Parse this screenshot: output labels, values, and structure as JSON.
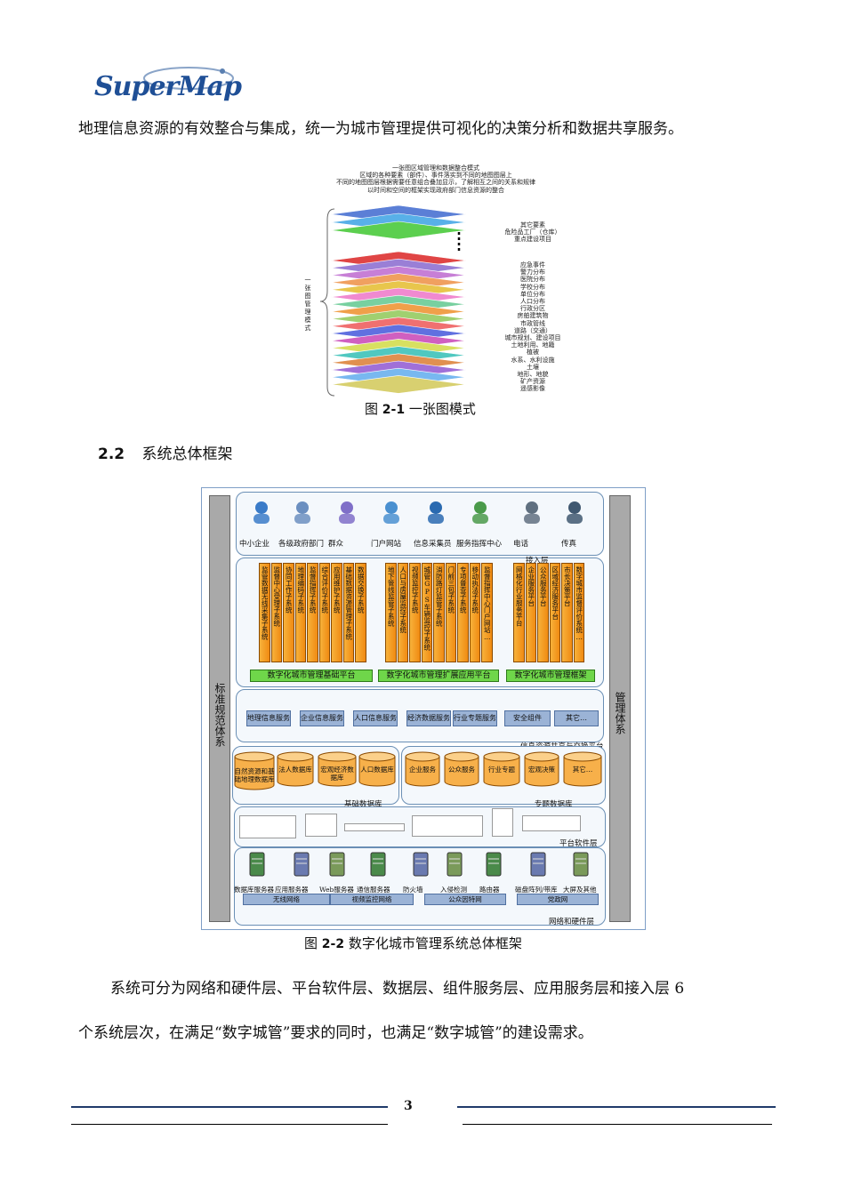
{
  "header": {
    "logo_text": "SuperMap"
  },
  "body": {
    "para1": "地理信息资源的有效整合与集成，统一为城市管理提供可视化的决策分析和数据共享服务。",
    "para2_line1": "系统可分为网络和硬件层、平台软件层、数据层、组件服务层、应用服务层和接入层 6",
    "para2_line2": "个系统层次，在满足“数字城管”要求的同时，也满足“数字城管”的建设需求。"
  },
  "figure1": {
    "caption_prefix": "图 ",
    "caption_num": "2-1",
    "caption_text": "  一张图模式",
    "heading_lines": [
      "一张图区域管理和数据整合模式",
      "区域的各种要素（部件）、事件落实到不同的地图图层上",
      "不同的地图图层根据需要任意组合叠加显示，了解相互之间的关系和规律",
      "以时间和空间的框架实现政府部门信息资源的整合"
    ],
    "left_label": "一张图管理模式",
    "top_labels": [
      "其它要素",
      "危险品工厂（仓库）",
      "重点建设项目"
    ],
    "bottom_labels": [
      "应急事件",
      "警力分布",
      "医院分布",
      "学校分布",
      "单位分布",
      "人口分布",
      "行政分区",
      "房舶建筑物",
      "市政管线",
      "道路（交通）",
      "城市规划、建设项目",
      "土地利用、地籍",
      "植被",
      "水系、水利设施",
      "土壤",
      "地形、地貌",
      "矿产资源",
      "遥感影像"
    ],
    "layer_colors": [
      "#5b7fd6",
      "#58b0e8",
      "#5ccf4f",
      "#e04545",
      "#9a7fd6",
      "#c77fd6",
      "#f0a060",
      "#e8c64c",
      "#f08ad0",
      "#78d0a0",
      "#f0a04a",
      "#a0d070",
      "#f07070",
      "#6070e0",
      "#d060c0",
      "#d8e060",
      "#50c8c0",
      "#e09050",
      "#a070d8",
      "#78b8f0",
      "#d8d070"
    ]
  },
  "section": {
    "number": "2.2",
    "title": "系统总体框架"
  },
  "figure2": {
    "caption_prefix": "图 ",
    "caption_num": "2-2",
    "caption_text": "  数字化城市管理系统总体框架",
    "left_side": "标准规范体系",
    "right_side": "管理体系",
    "access_users": [
      "中小企业",
      "各级政府部门",
      "群众",
      "门户网站",
      "信息采集员",
      "服务指挥中心",
      "电话",
      "传真"
    ],
    "access_layer": "接入层",
    "group1": [
      "监管数据无线采集子系统",
      "监督中心受理子系统",
      "协同工作子系统",
      "地理编码子系统",
      "监督指挥子系统",
      "综合评价子系统",
      "应用维护子系统",
      "基础数据资源管理子系统",
      "数据交换子系统"
    ],
    "group2": [
      "地下管线监管子系统",
      "人口与房屋监控子系统",
      "视频监控子系统",
      "城管GPS车辆监控子系统",
      "消防路灯监管子系统",
      "门前三包子系统",
      "专项普查子系统",
      "移动执法子系统",
      "监督指挥中心门户网站…"
    ],
    "group3": [
      "网格化行业服务平台",
      "企业服务平台",
      "公众服务平台",
      "区域经济服务平台",
      "市长决策平台",
      "数字城市监督评价系统…"
    ],
    "platforms": [
      "数字化城市管理基础平台",
      "数字化城市管理扩展应用平台",
      "数字化城市管理框架"
    ],
    "services": [
      "地理信息服务",
      "企业信息服务",
      "人口信息服务",
      "经济数据服务",
      "行业专题服务",
      "安全组件",
      "其它…"
    ],
    "services_layer": "信息资源共享与交换平台",
    "base_db": [
      "自然资源和基础地理数据库",
      "法人数据库",
      "宏观经济数据库",
      "人口数据库"
    ],
    "base_db_label": "基础数据库",
    "theme_db": [
      "企业服务",
      "公众服务",
      "行业专题",
      "宏观决策",
      "其它…"
    ],
    "theme_db_label": "专题数据库",
    "platform_layer": "平台软件层",
    "hardware": [
      "数据库服务器",
      "应用服务器",
      "Web服务器",
      "通信服务器",
      "防火墙",
      "入侵检测",
      "路由器",
      "磁盘阵列/带库",
      "大屏及其他"
    ],
    "networks": [
      "无线网络",
      "视频监控网络",
      "公众因特网",
      "党政网"
    ],
    "network_layer": "网络和硬件层"
  },
  "footer": {
    "page": "3"
  }
}
